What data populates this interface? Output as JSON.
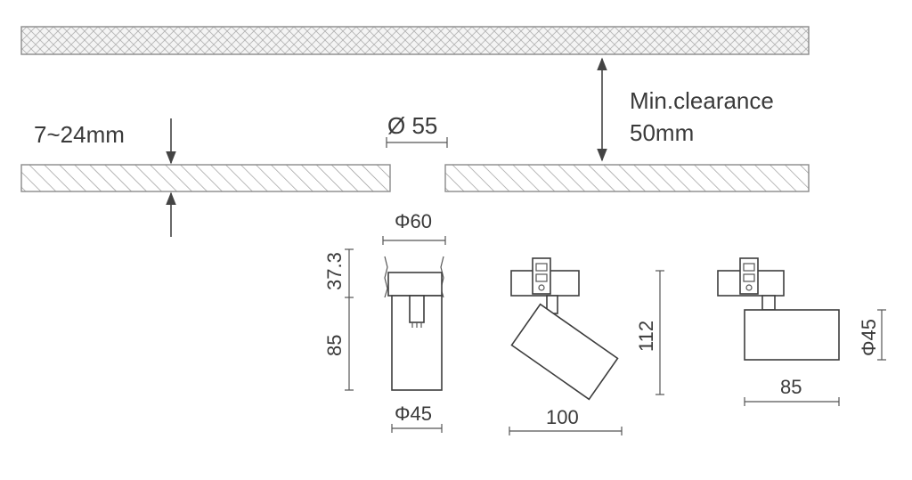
{
  "labels": {
    "board_thickness": "7~24mm",
    "hole_diameter": "Ø 55",
    "clearance_line1": "Min.clearance",
    "clearance_line2": "50mm",
    "front_top_diameter": "Φ60",
    "front_upper_height": "37.3",
    "front_lower_height": "85",
    "front_bottom_diameter": "Φ45",
    "tilted_width": "100",
    "tilted_height": "112",
    "side_diameter": "Φ45",
    "side_width": "85"
  },
  "colors": {
    "line": "#444444",
    "text": "#3a3a3a",
    "hatch": "#9a9a9a",
    "ceiling_fill": "#f2f2f2"
  }
}
